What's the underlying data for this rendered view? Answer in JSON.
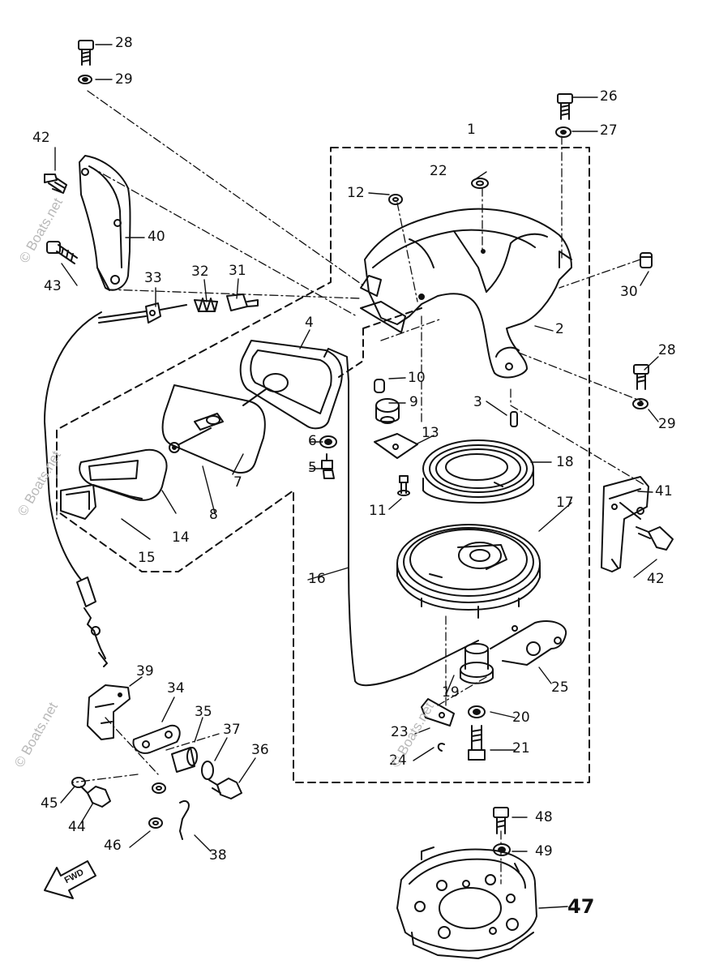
{
  "parts": [
    {
      "id": "1",
      "label": "1"
    },
    {
      "id": "2",
      "label": "2"
    },
    {
      "id": "3",
      "label": "3"
    },
    {
      "id": "4",
      "label": "4"
    },
    {
      "id": "5",
      "label": "5"
    },
    {
      "id": "6",
      "label": "6"
    },
    {
      "id": "7",
      "label": "7"
    },
    {
      "id": "8",
      "label": "8"
    },
    {
      "id": "9",
      "label": "9"
    },
    {
      "id": "10",
      "label": "10"
    },
    {
      "id": "11",
      "label": "11"
    },
    {
      "id": "12",
      "label": "12"
    },
    {
      "id": "13",
      "label": "13"
    },
    {
      "id": "14",
      "label": "14"
    },
    {
      "id": "15",
      "label": "15"
    },
    {
      "id": "16",
      "label": "16"
    },
    {
      "id": "17",
      "label": "17"
    },
    {
      "id": "18",
      "label": "18"
    },
    {
      "id": "19",
      "label": "19"
    },
    {
      "id": "20",
      "label": "20"
    },
    {
      "id": "21",
      "label": "21"
    },
    {
      "id": "22",
      "label": "22"
    },
    {
      "id": "23",
      "label": "23"
    },
    {
      "id": "24",
      "label": "24"
    },
    {
      "id": "25",
      "label": "25"
    },
    {
      "id": "26",
      "label": "26"
    },
    {
      "id": "27",
      "label": "27"
    },
    {
      "id": "28a",
      "label": "28"
    },
    {
      "id": "29a",
      "label": "29"
    },
    {
      "id": "28b",
      "label": "28"
    },
    {
      "id": "29b",
      "label": "29"
    },
    {
      "id": "30",
      "label": "30"
    },
    {
      "id": "31",
      "label": "31"
    },
    {
      "id": "32",
      "label": "32"
    },
    {
      "id": "33",
      "label": "33"
    },
    {
      "id": "34",
      "label": "34"
    },
    {
      "id": "35",
      "label": "35"
    },
    {
      "id": "36",
      "label": "36"
    },
    {
      "id": "37",
      "label": "37"
    },
    {
      "id": "38",
      "label": "38"
    },
    {
      "id": "39",
      "label": "39"
    },
    {
      "id": "40",
      "label": "40"
    },
    {
      "id": "41",
      "label": "41"
    },
    {
      "id": "42a",
      "label": "42"
    },
    {
      "id": "42b",
      "label": "42"
    },
    {
      "id": "43",
      "label": "43"
    },
    {
      "id": "44",
      "label": "44"
    },
    {
      "id": "45",
      "label": "45"
    },
    {
      "id": "46",
      "label": "46"
    },
    {
      "id": "47",
      "label": "47"
    },
    {
      "id": "48",
      "label": "48"
    },
    {
      "id": "49",
      "label": "49"
    }
  ],
  "fwd_label": "FWD",
  "watermark": "© Boats.net",
  "colors": {
    "ink": "#111111",
    "watermark": "#b9b9b9",
    "background": "#ffffff"
  }
}
